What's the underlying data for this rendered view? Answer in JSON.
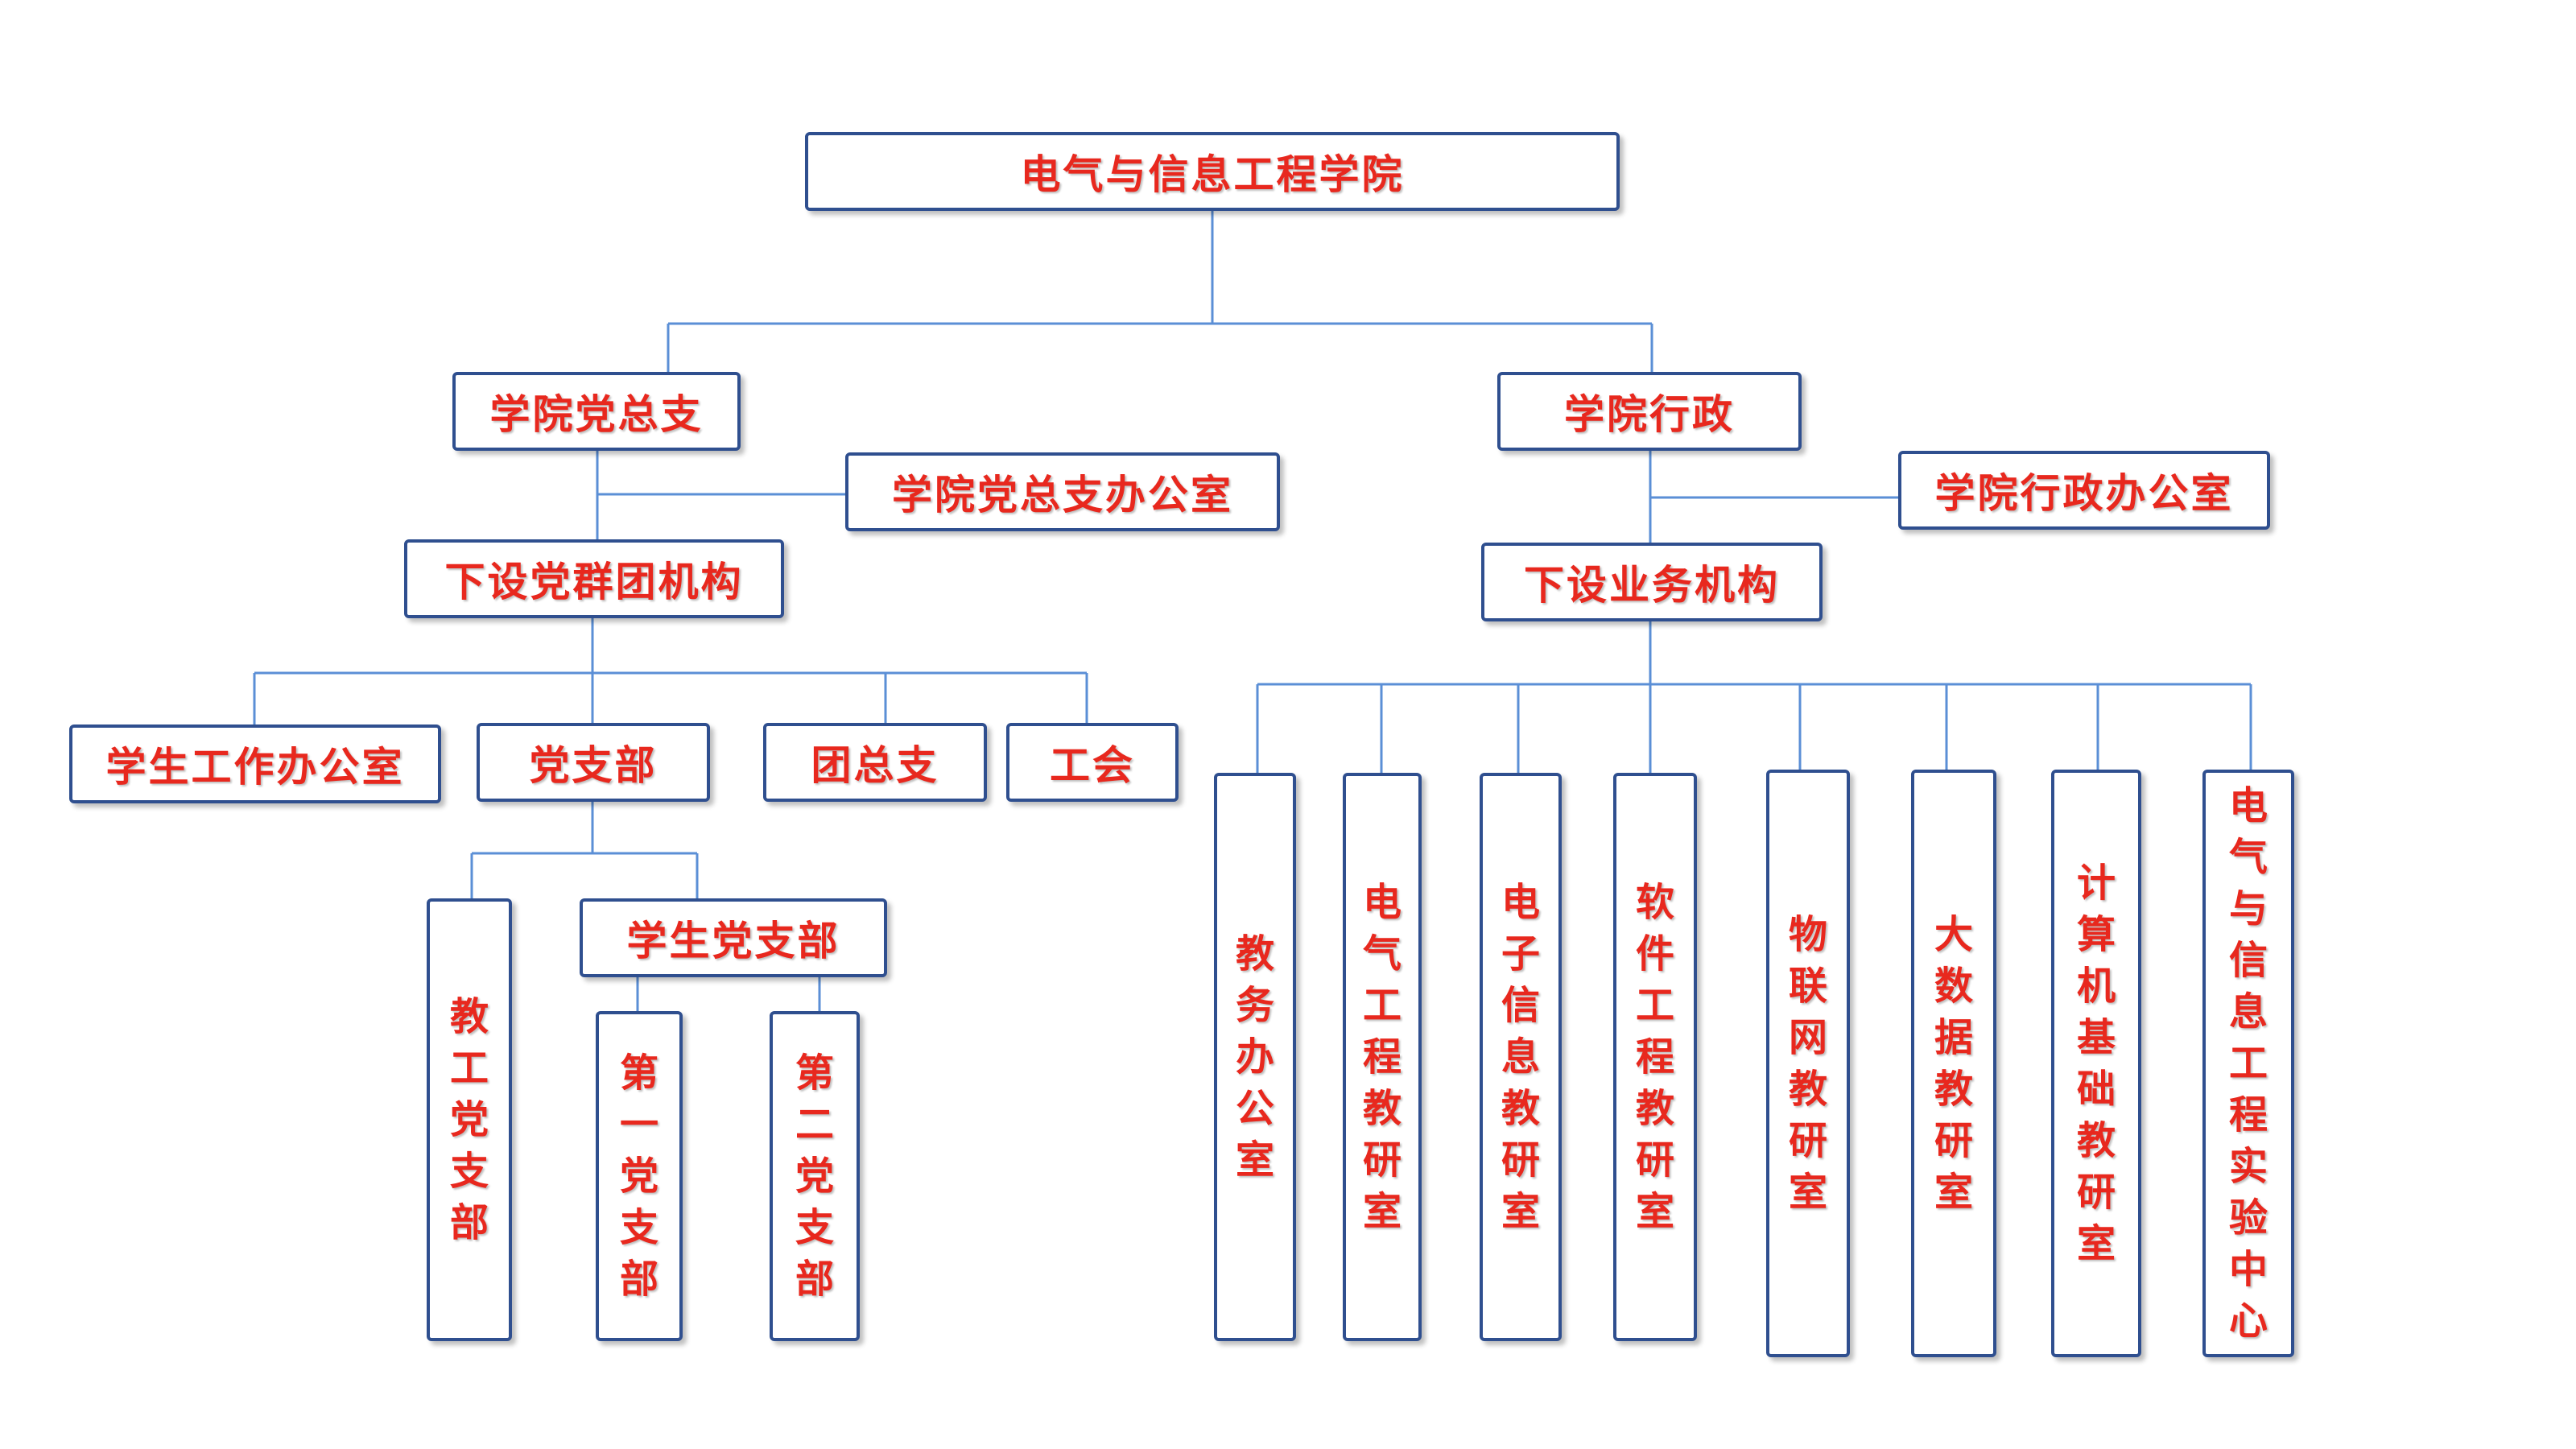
{
  "root": "电气与信息工程学院",
  "party": {
    "title": "学院党总支",
    "office": "学院党总支办公室",
    "sub": "下设党群团机构",
    "units": [
      "学生工作办公室",
      "党支部",
      "团总支",
      "工会"
    ],
    "branch": {
      "faculty": "教工党支部",
      "student": "学生党支部",
      "student_subs": [
        "第一党支部",
        "第二党支部"
      ]
    }
  },
  "admin": {
    "title": "学院行政",
    "office": "学院行政办公室",
    "sub": "下设业务机构",
    "units": [
      "教务办公室",
      "电气工程教研室",
      "电子信息教研室",
      "软件工程教研室",
      "物联网教研室",
      "大数据教研室",
      "计算机基础教研室",
      "电气与信息工程实验中心"
    ]
  },
  "colors": {
    "text": "#e8281e",
    "border": "#2f4f8f",
    "line": "#5b8fd6"
  }
}
